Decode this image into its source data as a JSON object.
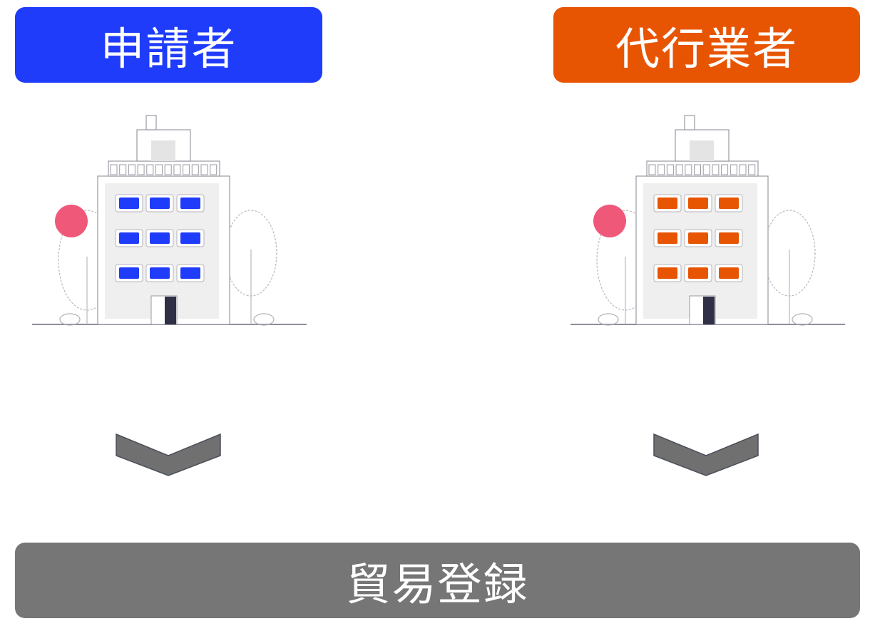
{
  "applicant": {
    "label": "申請者",
    "color": "#1f3cfa",
    "window_color": "#1f3cfa"
  },
  "agent": {
    "label": "代行業者",
    "color": "#e85502",
    "window_color": "#e85502"
  },
  "result": {
    "label": "貿易登録",
    "color": "#767676"
  },
  "icons": {
    "building": "office-building-icon",
    "arrow": "chevron-down-icon"
  },
  "accent_dot_color": "#f0587a",
  "chevron_color": "#707070"
}
